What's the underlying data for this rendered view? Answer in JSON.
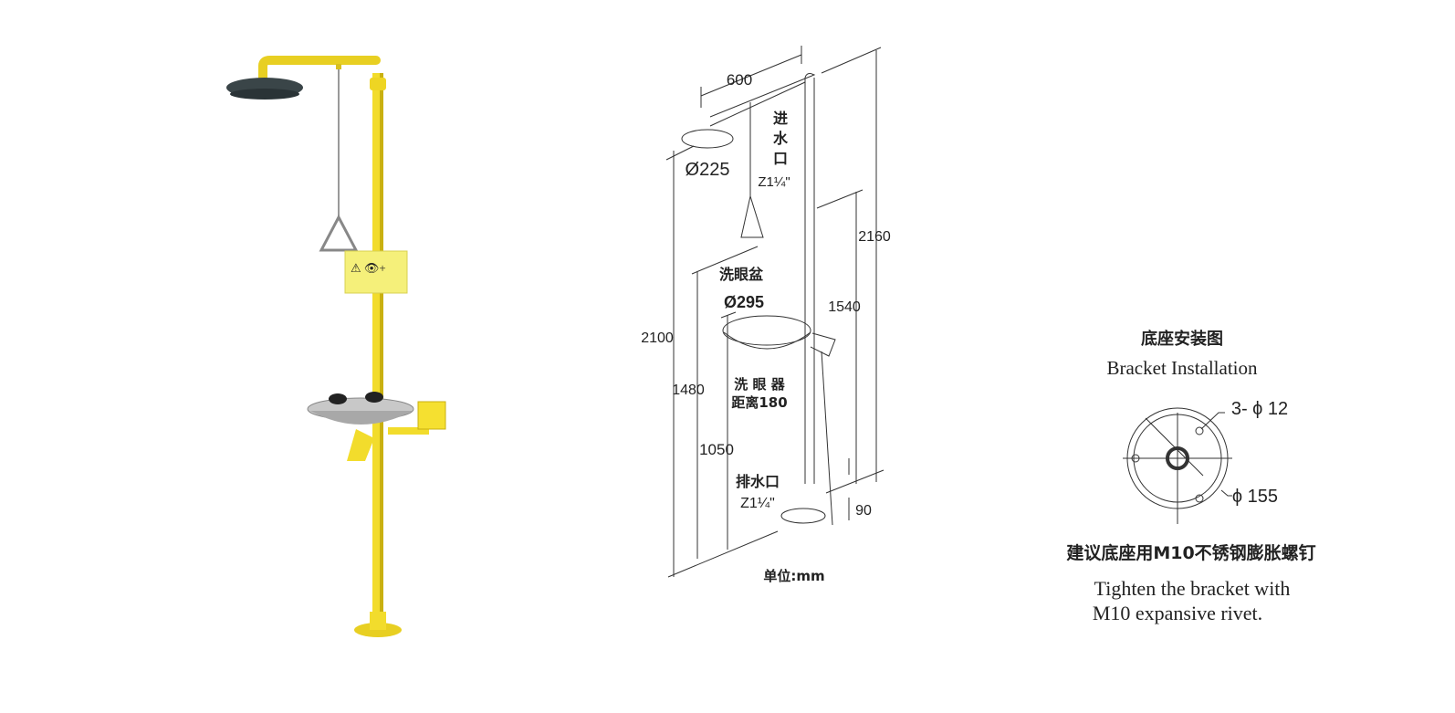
{
  "photo": {
    "alt_colors": {
      "pipe": "#f2dc2c",
      "pipe_shadow": "#c9b010",
      "head": "#3a4548",
      "bowl": "#b8b8b8",
      "sign": "#f5f07a"
    }
  },
  "dimension_drawing": {
    "arm_length": "600",
    "inlet_label": [
      "进",
      "水",
      "口"
    ],
    "inlet_size": "Z1¼\"",
    "head_diameter": "Ø225",
    "total_height": "2160",
    "bowl_label": "洗眼盆",
    "bowl_diameter": "Ø295",
    "pull_height": "1540",
    "head_height": "2100",
    "bowl_top_height": "1480",
    "eyewash_label": "洗 眼 器",
    "eyewash_distance": "距离180",
    "bowl_height": "1050",
    "drain_label": "排水口",
    "drain_size": "Z1¼\"",
    "pedal_height": "90",
    "unit": "单位:mm"
  },
  "bracket": {
    "title_cn": "底座安装图",
    "title_en": "Bracket Installation",
    "holes": "3- ϕ 12",
    "diameter": "ϕ 155",
    "note_cn": "建议底座用M10不锈钢膨胀螺钉",
    "note_en_1": "Tighten the bracket with",
    "note_en_2": "M10 expansive rivet."
  }
}
